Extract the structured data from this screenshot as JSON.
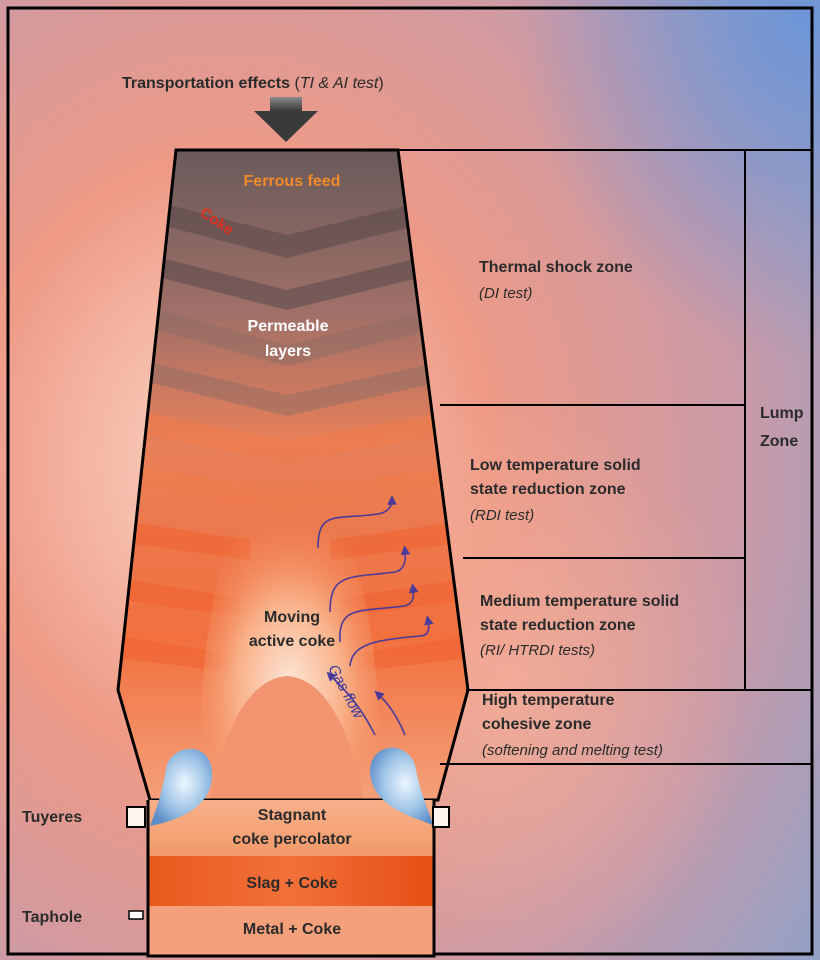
{
  "header": {
    "title": "Transportation effects",
    "title_paren_open": " (",
    "title_tests": "TI & AI test",
    "title_paren_close": ")"
  },
  "furnace": {
    "ferrous_feed": "Ferrous feed",
    "coke": "Coke",
    "permeable_line1": "Permeable",
    "permeable_line2": "layers",
    "moving_line1": "Moving",
    "moving_line2": "active coke",
    "gas_flow": "Gas flow",
    "stagnant_line1": "Stagnant",
    "stagnant_line2": "coke percolator",
    "slag": "Slag + Coke",
    "metal": "Metal + Coke"
  },
  "side_labels": {
    "tuyeres": "Tuyeres",
    "taphole": "Taphole"
  },
  "zones": [
    {
      "title_lines": [
        "Thermal shock zone"
      ],
      "test": "DI test"
    },
    {
      "title_lines": [
        "Low temperature solid",
        "state reduction zone"
      ],
      "test": "RDI test"
    },
    {
      "title_lines": [
        "Medium temperature solid",
        "state reduction zone"
      ],
      "test": "RI/ HTRDI tests"
    },
    {
      "title_lines": [
        "High temperature",
        "cohesive zone"
      ],
      "test": "softening and melting test"
    }
  ],
  "lump_zone": {
    "line1": "Lump",
    "line2": "Zone"
  },
  "colors": {
    "border": "#000000",
    "hot_orange": "#f08050",
    "slag_band": "#e85a1c",
    "tuyere_blue": "#9cc3e6",
    "ferrous_text": "#f28a2a",
    "coke_text": "#e03020",
    "gas_arrow": "#4a3a9a"
  }
}
